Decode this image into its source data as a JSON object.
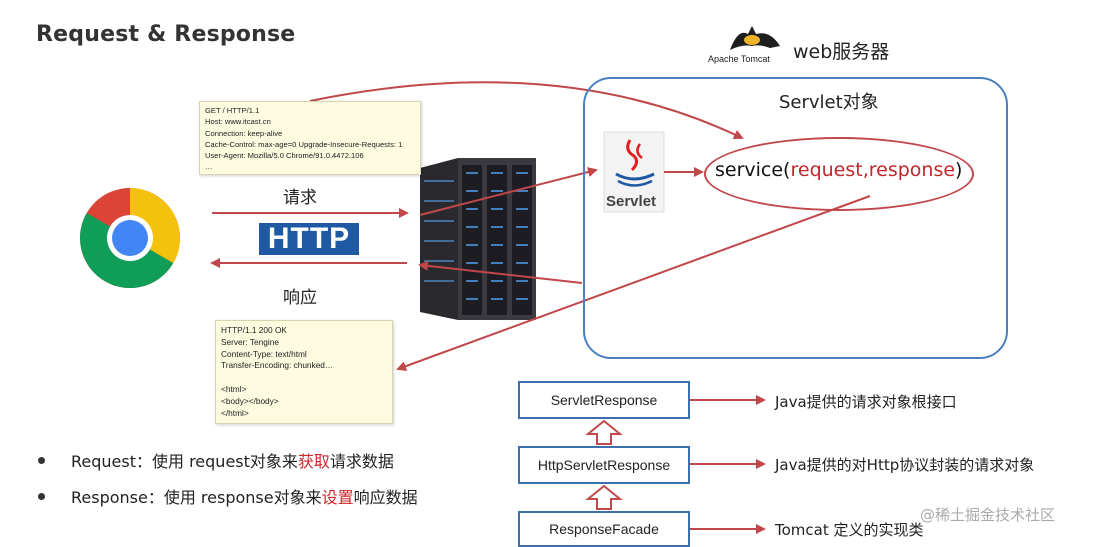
{
  "title": "Request & Response",
  "tomcat": {
    "logo_text": "Apache Tomcat",
    "label": "web服务器"
  },
  "servlet_container": {
    "title": "Servlet对象",
    "icon_text": "Servlet"
  },
  "service_call": {
    "prefix": "service(",
    "args": "request,response",
    "suffix": ")"
  },
  "http_logo": "HTTP",
  "request_label": "请求",
  "response_label": "响应",
  "request_message": [
    "GET / HTTP/1.1",
    "Host: www.itcast.cn",
    "Connection: keep-alive",
    "Cache-Control: max-age=0 Upgrade-Insecure-Requests: 1",
    "User-Agent: Mozilla/5.0 Chrome/91.0.4472.106",
    "…"
  ],
  "response_message": [
    "HTTP/1.1 200 OK",
    "Server: Tengine",
    "Content-Type: text/html",
    "Transfer-Encoding: chunked…",
    "",
    "<html>",
    "<body></body>",
    "</html>"
  ],
  "bullets": [
    {
      "pre": "Request：使用 request对象来",
      "highlight": "获取",
      "post": "请求数据"
    },
    {
      "pre": "Response：使用 response对象来",
      "highlight": "设置",
      "post": "响应数据"
    }
  ],
  "class_hierarchy": [
    {
      "name": "ServletResponse",
      "description": "Java提供的请求对象根接口"
    },
    {
      "name": "HttpServletResponse",
      "description": "Java提供的对Http协议封装的请求对象"
    },
    {
      "name": "ResponseFacade",
      "description": "Tomcat 定义的实现类"
    }
  ],
  "watermark": "@稀土掘金技术社区",
  "colors": {
    "arrow_red": "#c0474a",
    "box_blue": "#3b6fae",
    "http_blue": "#1f59a3",
    "highlight_red": "#d0252a"
  }
}
